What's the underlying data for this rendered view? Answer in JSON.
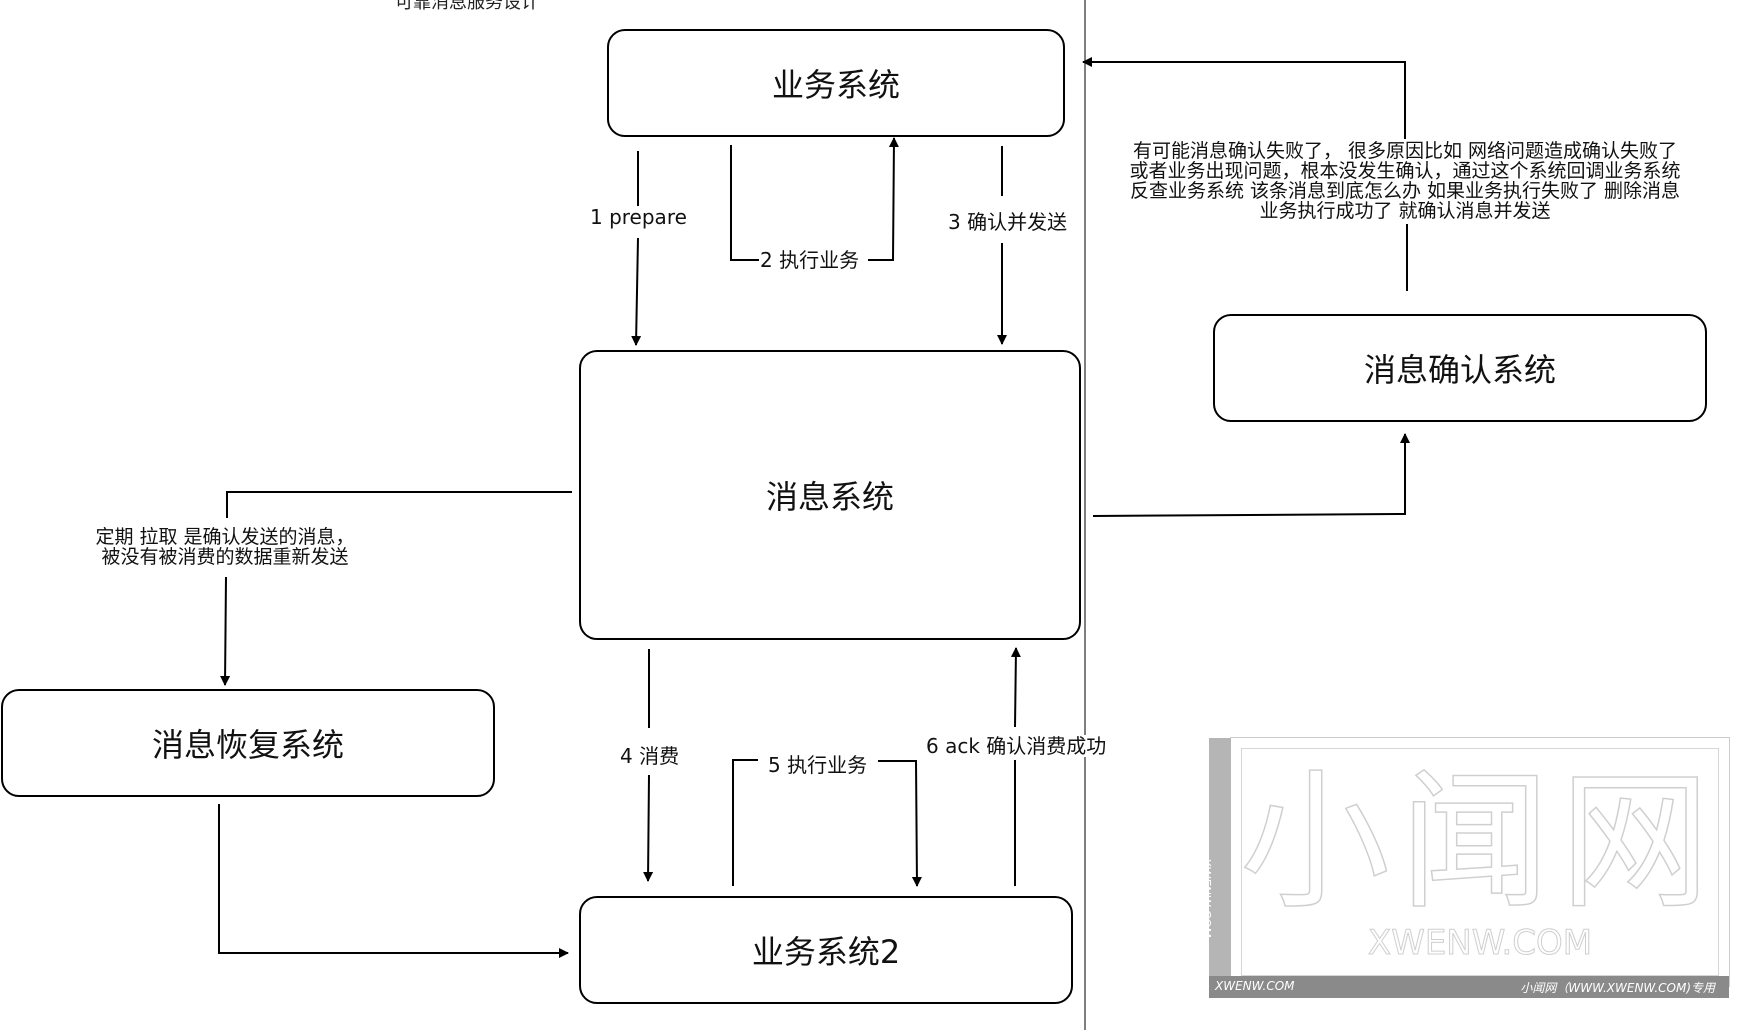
{
  "caption": "可靠消息服务设计",
  "nodes": {
    "business_system": "业务系统",
    "message_system": "消息系统",
    "message_confirm_system": "消息确认系统",
    "message_recovery_system": "消息恢复系统",
    "business_system_2": "业务系统2"
  },
  "edges": {
    "prepare": "1 prepare",
    "execute_business": "2 执行业务",
    "confirm_send": "3 确认并发送",
    "consume": "4 消费",
    "execute_business_2": "5 执行业务",
    "ack": "6 ack 确认消费成功"
  },
  "notes": {
    "confirm": [
      "有可能消息确认失败了， 很多原因比如 网络问题造成确认失败了",
      "或者业务出现问题，根本没发生确认，通过这个系统回调业务系统",
      "反查业务系统 该条消息到底怎么办 如果业务执行失败了 删除消息",
      "业务执行成功了 就确认消息并发送"
    ],
    "recovery": [
      "定期 拉取 是确认发送的消息，",
      "被没有被消费的数据重新发送"
    ]
  },
  "watermark": {
    "big": "小闻网",
    "domain": "XWENW.COM",
    "side": "XWENW.COM",
    "bottom_left": "XWENW.COM",
    "bottom_right": "小闻网（WWW.XWENW.COM)专用"
  }
}
